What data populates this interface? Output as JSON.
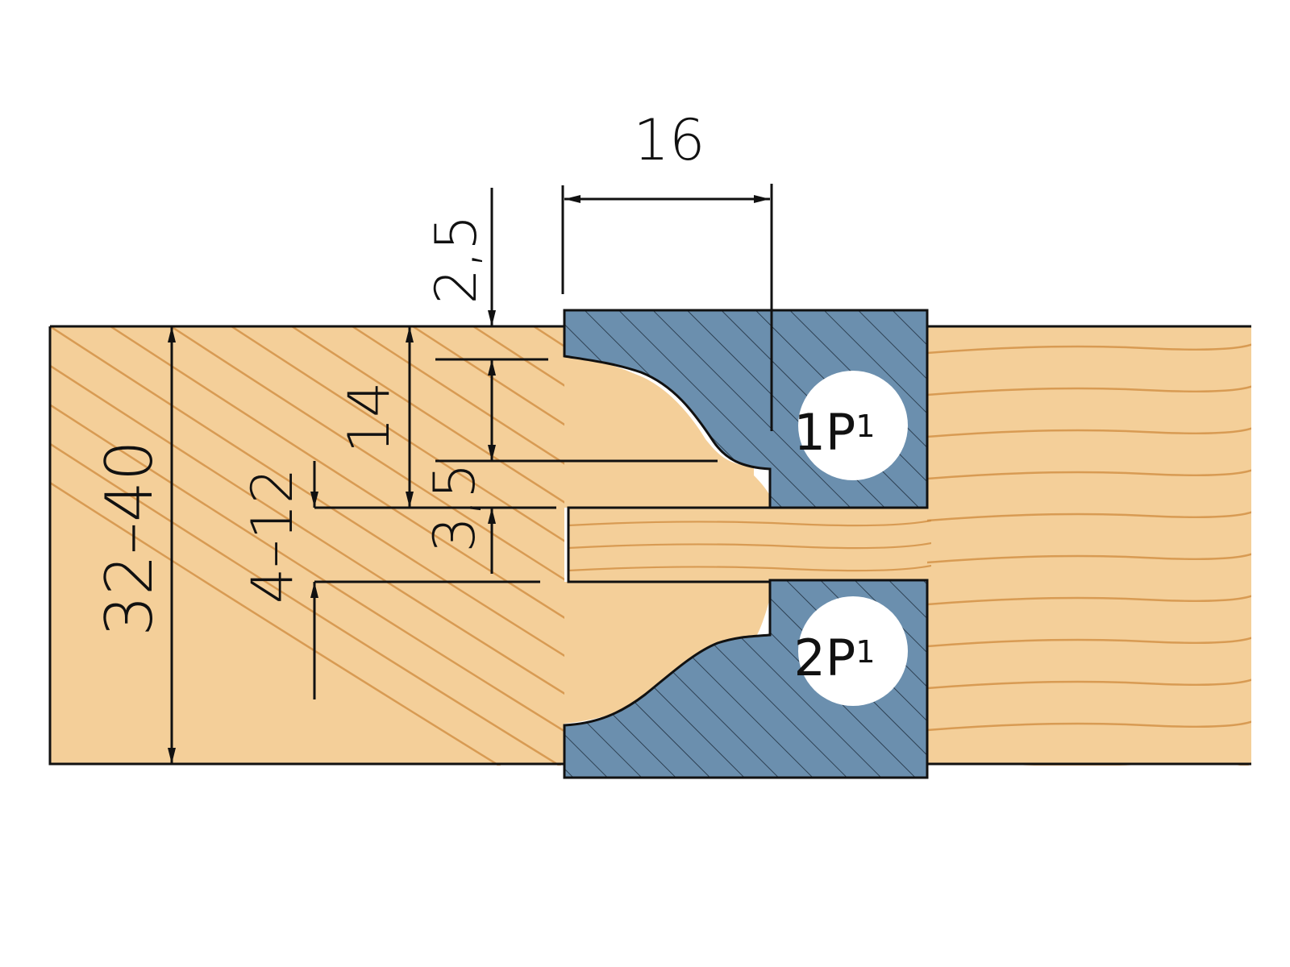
{
  "colors": {
    "wood": "#f4cf99",
    "grain": "#cf8a3c",
    "cutter": "#6b8fae",
    "outline": "#111111",
    "badge": "#ffffff"
  },
  "dimensions": {
    "width_top": "16",
    "offset_top": "2,5",
    "depth": "14",
    "groove_step": "3,5",
    "tongue": "4–12",
    "thickness": "32–40"
  },
  "cutters": {
    "upper": {
      "code": "1P",
      "sub": "1"
    },
    "lower": {
      "code": "2P",
      "sub": "1"
    }
  }
}
